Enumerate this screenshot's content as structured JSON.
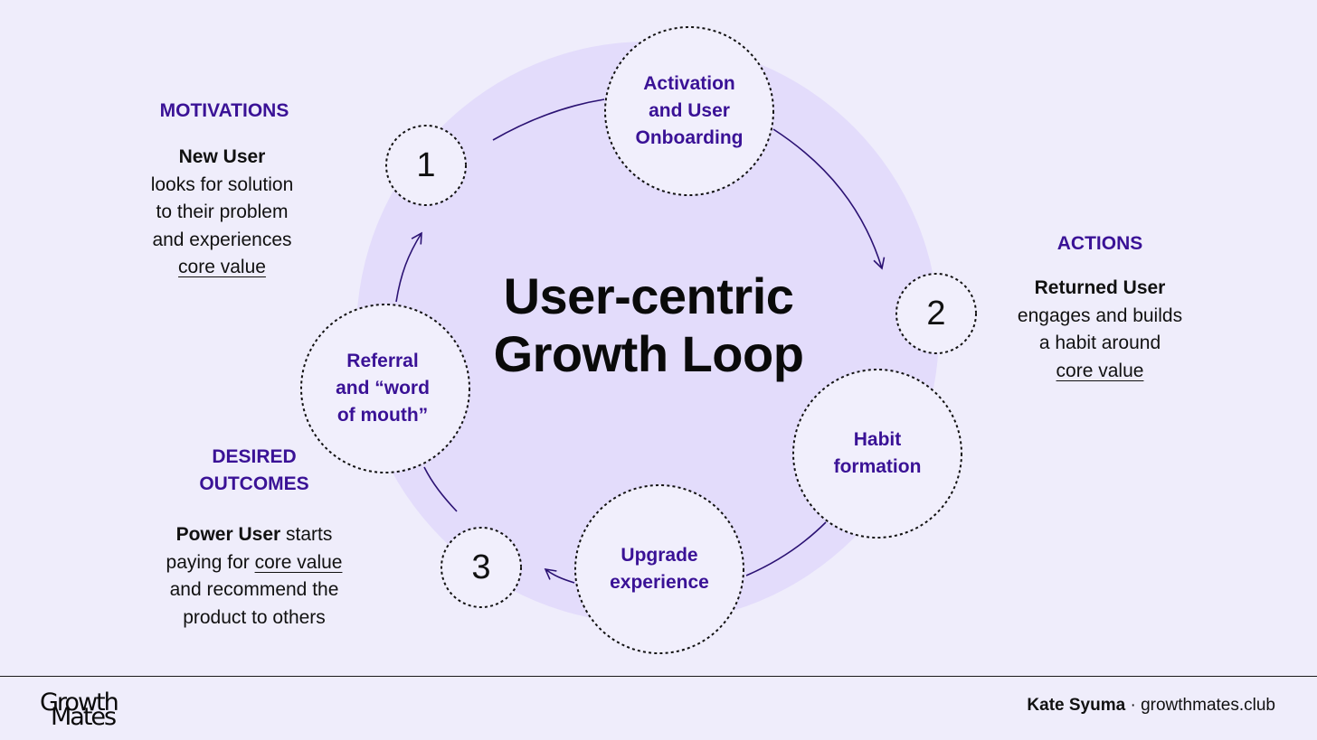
{
  "title": "User-centric\nGrowth Loop",
  "stage_circles": {
    "activation": "Activation\nand User\nOnboarding",
    "habit": "Habit\nformation",
    "upgrade": "Upgrade\nexperience",
    "referral": "Referral\nand “word\nof mouth”"
  },
  "step_numbers": {
    "one": "1",
    "two": "2",
    "three": "3"
  },
  "motivations": {
    "heading": "MOTIVATIONS",
    "user": "New User",
    "line1": "looks for solution",
    "line2": "to their problem",
    "line3": "and experiences",
    "link": "core value"
  },
  "actions": {
    "heading": "ACTIONS",
    "user": "Returned User",
    "line1": "engages and builds",
    "line2": "a habit around",
    "link": "core value"
  },
  "outcomes": {
    "heading": "DESIRED\nOUTCOMES",
    "user": "Power User",
    "after_user": " starts",
    "line2_prefix": "paying for ",
    "link": "core value",
    "line3": "and recommend the",
    "line4": "product to others"
  },
  "footer": {
    "logo_top": "Growth",
    "logo_bottom": "Mates",
    "author": "Kate Syuma",
    "separator": " · ",
    "site": "growthmates.club"
  },
  "colors": {
    "background": "#efedfb",
    "loop_fill": "#e3dcfb",
    "accent": "#3a1296",
    "text": "#111111"
  }
}
